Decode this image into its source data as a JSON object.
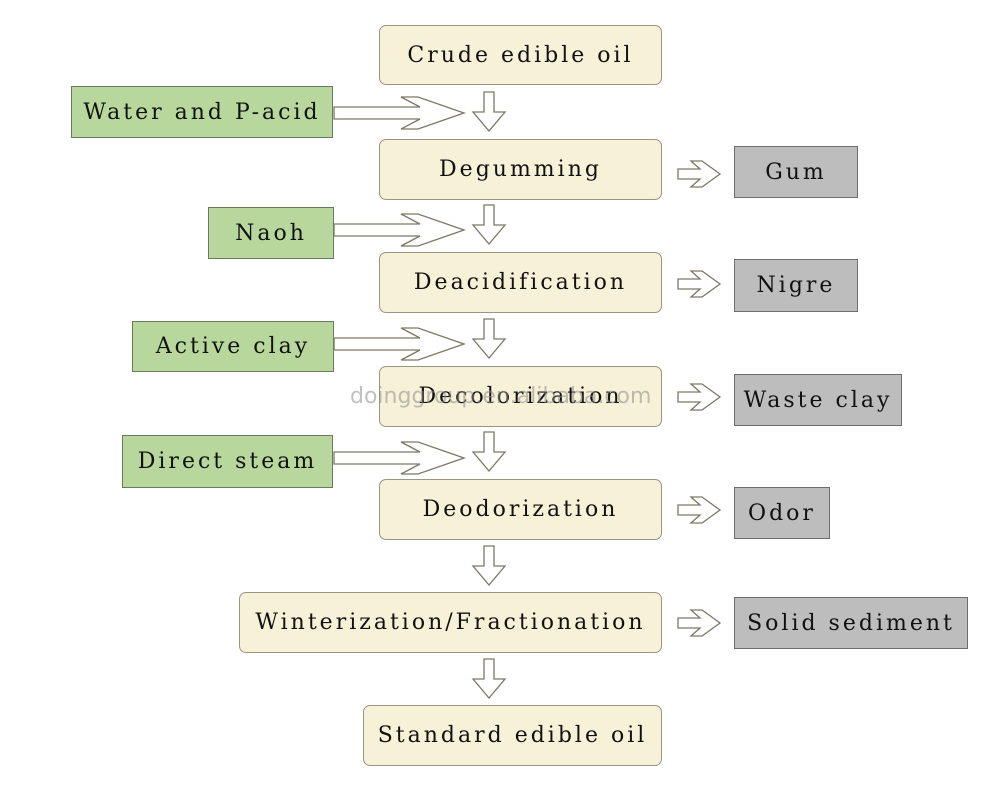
{
  "process_steps": [
    "Crude edible oil",
    "Degumming",
    "Deacidification",
    "Decolorization",
    "Deodorization",
    "Winterization/Fractionation",
    "Standard edible oil"
  ],
  "inputs": [
    "Water and P-acid",
    "Naoh",
    "Active clay",
    "Direct steam"
  ],
  "outputs": [
    "Gum",
    "Nigre",
    "Waste clay",
    "Odor",
    "Solid sediment"
  ],
  "watermark": "doinggroup.en.alibaba.com",
  "colors": {
    "step_fill": "#f7f1d8",
    "input_fill": "#b8d79c",
    "output_fill": "#bdbdbd"
  }
}
